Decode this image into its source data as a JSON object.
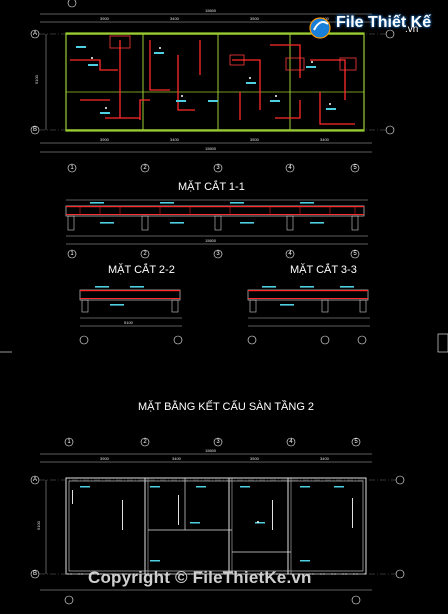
{
  "titles": {
    "section_1_1": "MẶT CẮT 1-1",
    "section_2_2": "MẶT CẮT 2-2",
    "section_3_3": "MẶT CẮT 3-3",
    "floor_plan": "MẶT BẰNG KẾT CẤU SÀN TẦNG 2"
  },
  "grid_axes": {
    "numbered": [
      "1",
      "2",
      "3",
      "4",
      "5"
    ],
    "lettered": [
      "A",
      "B"
    ]
  },
  "dimensions": {
    "bays": [
      "3900",
      "3400",
      "3500",
      "3400"
    ],
    "total": "15600",
    "depth": "5100"
  },
  "logo": {
    "brand": "File Thiết Kế",
    "domain": ".vn"
  },
  "watermark": "Copyright © FileThietKe.vn"
}
